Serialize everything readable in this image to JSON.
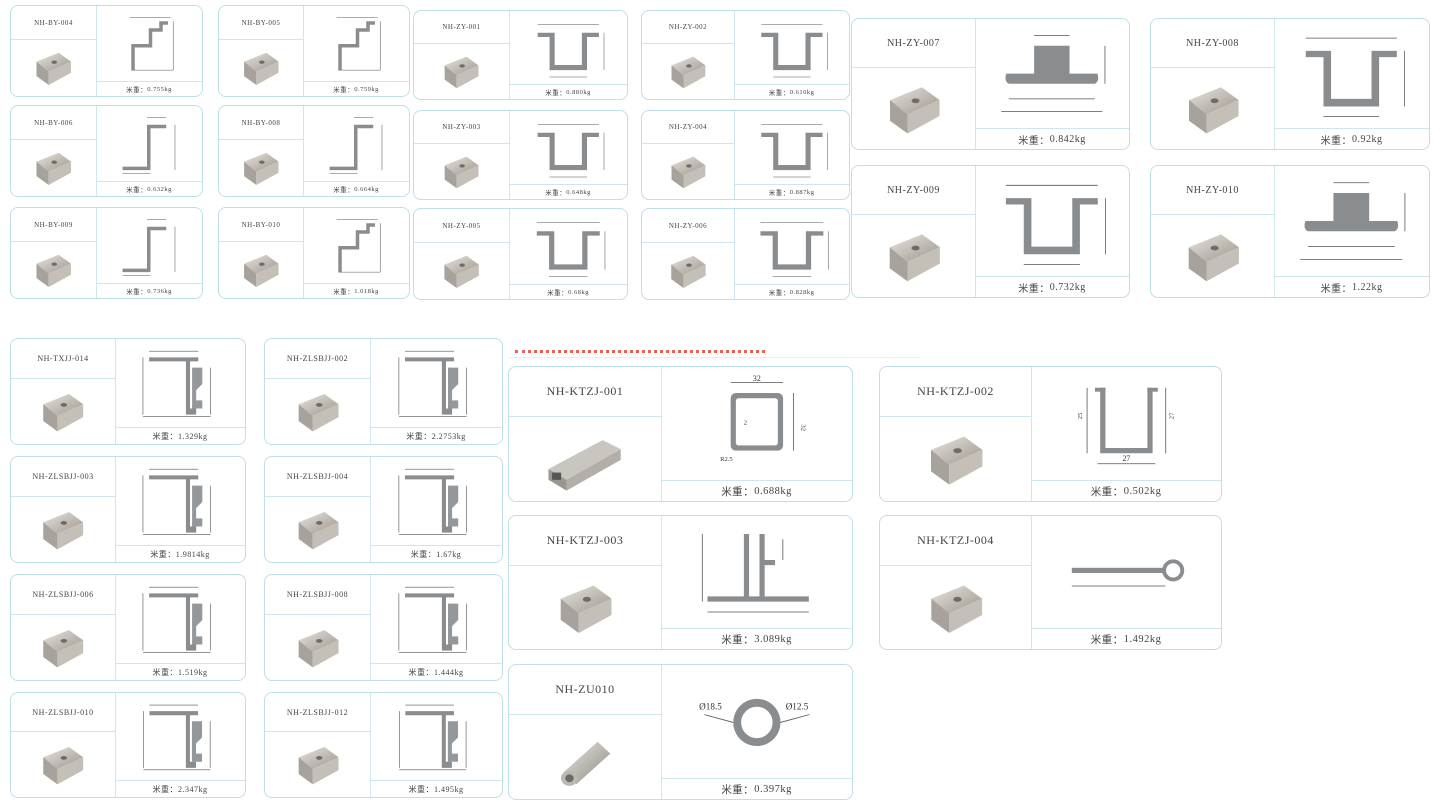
{
  "weight_label": "米重：",
  "groups": [
    {
      "name": "by-series",
      "items": [
        {
          "code": "NH-BY-004",
          "weight": "0.755kg",
          "profile": "step"
        },
        {
          "code": "NH-BY-005",
          "weight": "0.759kg",
          "profile": "step"
        },
        {
          "code": "NH-BY-006",
          "weight": "0.632kg",
          "profile": "z"
        },
        {
          "code": "NH-BY-008",
          "weight": "0.664kg",
          "profile": "z"
        },
        {
          "code": "NH-BY-009",
          "weight": "0.736kg",
          "profile": "z"
        },
        {
          "code": "NH-BY-010",
          "weight": "1.018kg",
          "profile": "step"
        }
      ]
    },
    {
      "name": "zy-series-small",
      "items": [
        {
          "code": "NH-ZY-001",
          "weight": "0.880kg",
          "profile": "hat"
        },
        {
          "code": "NH-ZY-002",
          "weight": "0.610kg",
          "profile": "hat"
        },
        {
          "code": "NH-ZY-003",
          "weight": "0.648kg",
          "profile": "hat"
        },
        {
          "code": "NH-ZY-004",
          "weight": "0.887kg",
          "profile": "hat"
        },
        {
          "code": "NH-ZY-005",
          "weight": "0.68kg",
          "profile": "hat"
        },
        {
          "code": "NH-ZY-006",
          "weight": "0.828kg",
          "profile": "hat"
        }
      ]
    },
    {
      "name": "zy-series-large",
      "items": [
        {
          "code": "NH-ZY-007",
          "weight": "0.842kg",
          "profile": "tee"
        },
        {
          "code": "NH-ZY-008",
          "weight": "0.92kg",
          "profile": "hat"
        },
        {
          "code": "NH-ZY-009",
          "weight": "0.732kg",
          "profile": "hat"
        },
        {
          "code": "NH-ZY-010",
          "weight": "1.22kg",
          "profile": "tee"
        }
      ]
    },
    {
      "name": "clamp-series",
      "items": [
        {
          "code": "NH-TXJJ-014",
          "weight": "1.329kg",
          "profile": "clamp"
        },
        {
          "code": "NH-ZLSBJJ-002",
          "weight": "2.2753kg",
          "profile": "clamp"
        },
        {
          "code": "NH-ZLSBJJ-003",
          "weight": "1.9814kg",
          "profile": "clamp"
        },
        {
          "code": "NH-ZLSBJJ-004",
          "weight": "1.67kg",
          "profile": "clamp"
        },
        {
          "code": "NH-ZLSBJJ-006",
          "weight": "1.519kg",
          "profile": "clamp"
        },
        {
          "code": "NH-ZLSBJJ-008",
          "weight": "1.444kg",
          "profile": "clamp"
        },
        {
          "code": "NH-ZLSBJJ-010",
          "weight": "2.347kg",
          "profile": "clamp"
        },
        {
          "code": "NH-ZLSBJJ-012",
          "weight": "1.495kg",
          "profile": "clamp"
        }
      ]
    },
    {
      "name": "ktzj-series",
      "items": [
        {
          "code": "NH-KTZJ-001",
          "weight": "0.688kg",
          "profile": "square",
          "dims": [
            "32",
            "2",
            "R2.5",
            "32"
          ]
        },
        {
          "code": "NH-KTZJ-002",
          "weight": "0.502kg",
          "profile": "u",
          "dims": [
            "27",
            "25",
            "27"
          ]
        },
        {
          "code": "NH-KTZJ-003",
          "weight": "3.089kg",
          "profile": "post"
        },
        {
          "code": "NH-KTZJ-004",
          "weight": "1.492kg",
          "profile": "rod"
        },
        {
          "code": "NH-ZU010",
          "weight": "0.397kg",
          "profile": "ring",
          "dims": [
            "Ø18.5",
            "Ø12.5"
          ]
        }
      ]
    }
  ]
}
